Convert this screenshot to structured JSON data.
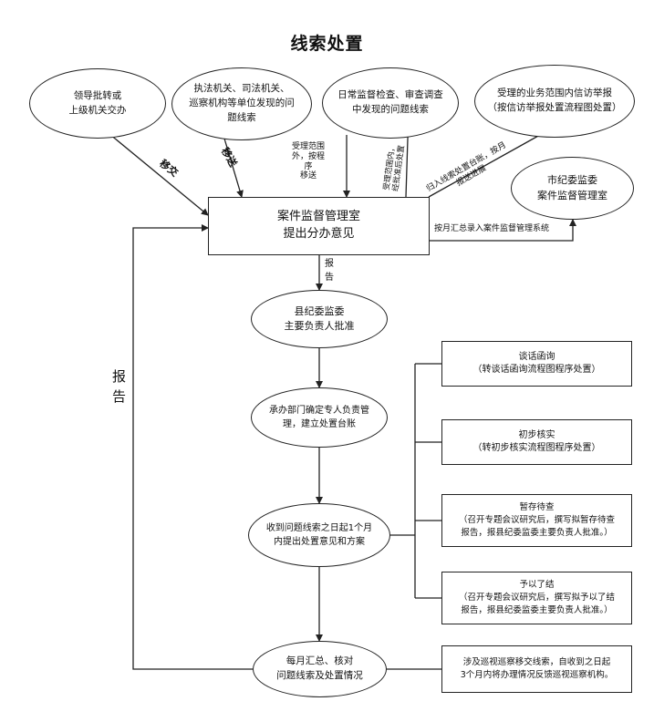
{
  "title": "线索处置",
  "sources": {
    "leader": "领导批转或\n上级机关交办",
    "agencies": "执法机关、司法机关、\n巡察机构等单位发现的问\n题线索",
    "daily": "日常监督检查、审查调查\n中发现的问题线索",
    "petition": "受理的业务范围内信访举报\n（按信访举报处置流程图处置）",
    "city": "市纪委监委\n案件监督管理室"
  },
  "edge_labels": {
    "yijiao": "移交",
    "yisong": "移送",
    "scope_left": "受理范围\n外，按程序\n移送",
    "scope_right": "受理范围内，\n经批准后处置",
    "guiru": "归入线索处置台账，按月\n报送进展",
    "monthly_record": "按月汇总录入案件监督管理系统",
    "report_top": "报\n告",
    "report_left": "报\n告"
  },
  "main": {
    "case_office": "案件监督管理室\n提出分办意见",
    "approve": "县纪委监委\n主要负责人批准",
    "dept": "承办部门确定专人负责管\n理，建立处置台账",
    "onemonth": "收到问题线索之日起1个月\n内提出处置意见和方案",
    "monthly": "每月汇总、核对\n问题线索及处置情况"
  },
  "options": {
    "talk": "谈话函询\n（转谈话函询流程图程序处置）",
    "verify": "初步核实\n（转初步核实流程图程序处置）",
    "hold": "暂存待查\n（召开专题会议研究后，撰写拟暂存待查\n报告，报县纪委监委主要负责人批准。）",
    "close": "予以了结\n（召开专题会议研究后，撰写拟予以了结\n报告，报县纪委监委主要负责人批准。）",
    "patrol": "涉及巡视巡察移交线索，自收到之日起\n3个月内将办理情况反馈巡视巡察机构。"
  }
}
